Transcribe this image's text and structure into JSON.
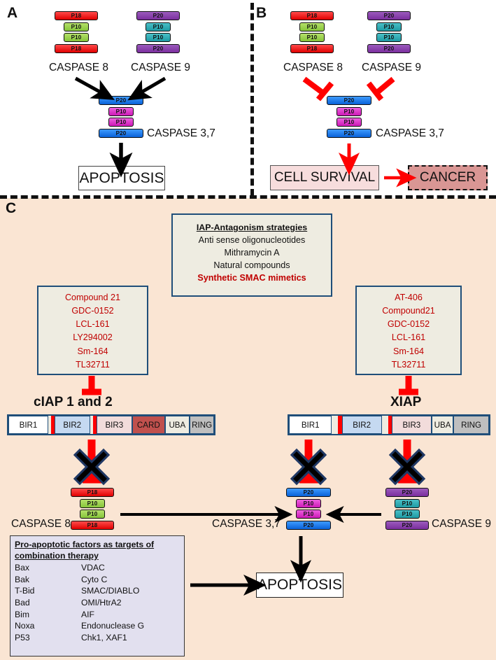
{
  "panels": {
    "a": {
      "letter": "A"
    },
    "b": {
      "letter": "B"
    },
    "c": {
      "letter": "C"
    }
  },
  "subunits": {
    "p18": "P18",
    "p20": "P20",
    "p10": "P10"
  },
  "labels": {
    "caspase8": "CASPASE 8",
    "caspase9": "CASPASE 9",
    "caspase37": "CASPASE 3,7",
    "apoptosis": "APOPTOSIS",
    "cell_survival": "CELL SURVIVAL",
    "cancer": "CANCER",
    "ciap": "cIAP 1 and 2",
    "xiap": "XIAP"
  },
  "iap_strategies": {
    "title": "IAP-Antagonism strategies",
    "items": [
      {
        "text": "Anti sense oligonucleotides",
        "red": false
      },
      {
        "text": "Mithramycin A",
        "red": false
      },
      {
        "text": "Natural compounds",
        "red": false
      },
      {
        "text": "Synthetic SMAC mimetics",
        "red": true
      }
    ]
  },
  "left_compounds": {
    "items": [
      "Compound 21",
      "GDC-0152",
      "LCL-161",
      "LY294002",
      "Sm-164",
      "TL32711"
    ]
  },
  "right_compounds": {
    "items": [
      "AT-406",
      "Compound21",
      "GDC-0152",
      "LCL-161",
      "Sm-164",
      "TL32711"
    ]
  },
  "pro_apoptotic": {
    "title_line1": "Pro-apoptotic factors as targets of",
    "title_line2": "combination therapy",
    "rows": [
      [
        "Bax",
        "VDAC"
      ],
      [
        "Bak",
        "Cyto C"
      ],
      [
        "T-Bid",
        "SMAC/DIABLO"
      ],
      [
        "Bad",
        "OMI/HtrA2"
      ],
      [
        "Bim",
        "AIF"
      ],
      [
        "Noxa",
        "Endonuclease G"
      ],
      [
        "P53",
        "Chk1, XAF1"
      ]
    ]
  },
  "ciap_domains": [
    {
      "name": "BIR1",
      "fill": "#ffffff",
      "width": 64
    },
    {
      "name": "",
      "fill": "#eeece1",
      "width": 5
    },
    {
      "name": "",
      "fill": "#ff0000",
      "width": 5
    },
    {
      "name": "BIR2",
      "fill": "#c5d9f1",
      "width": 57
    },
    {
      "name": "",
      "fill": "#eeece1",
      "width": 5
    },
    {
      "name": "",
      "fill": "#ff0000",
      "width": 5
    },
    {
      "name": "BIR3",
      "fill": "#f2dcdb",
      "width": 58
    },
    {
      "name": "CARD",
      "fill": "#c0504d",
      "width": 52
    },
    {
      "name": "UBA",
      "fill": "#eeece1",
      "width": 40
    },
    {
      "name": "RING",
      "fill": "#bfbfbf",
      "width": 39
    }
  ],
  "xiap_domains": [
    {
      "name": "BIR1",
      "fill": "#ffffff",
      "width": 69
    },
    {
      "name": "",
      "fill": "#eeece1",
      "width": 10
    },
    {
      "name": "",
      "fill": "#ff0000",
      "width": 6
    },
    {
      "name": "BIR2",
      "fill": "#c5d9f1",
      "width": 64
    },
    {
      "name": "",
      "fill": "#eeece1",
      "width": 10
    },
    {
      "name": "",
      "fill": "#ff0000",
      "width": 6
    },
    {
      "name": "BIR3",
      "fill": "#f2dcdb",
      "width": 64
    },
    {
      "name": "UBA",
      "fill": "#eeece1",
      "width": 35
    },
    {
      "name": "RING",
      "fill": "#bfbfbf",
      "width": 57
    }
  ],
  "colors": {
    "panel_c_background": "#fae5d3",
    "inhibitor_red": "#ff0000",
    "compound_text_red": "#c00000",
    "box_border_blue": "#1f4e79",
    "info_box_fill": "#eeece1",
    "pro_apoptotic_fill": "#e2e0ef",
    "cancer_fill": "#d99694",
    "cell_survival_fill": "#f7dddd"
  }
}
